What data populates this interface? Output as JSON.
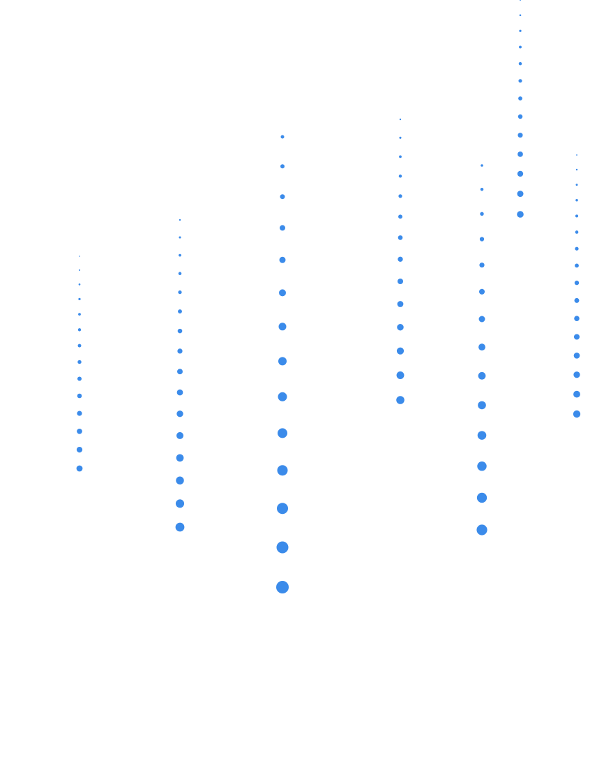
{
  "background_color": "#ffffff",
  "dot_color": "#3b8bea",
  "columns": [
    {
      "name": "column-1",
      "dot_count": 14
    },
    {
      "name": "column-2",
      "dot_count": 16
    },
    {
      "name": "column-3",
      "dot_count": 14
    },
    {
      "name": "column-4",
      "dot_count": 14
    },
    {
      "name": "column-5",
      "dot_count": 14
    },
    {
      "name": "column-6",
      "dot_count": 13
    },
    {
      "name": "column-7",
      "dot_count": 16
    }
  ]
}
